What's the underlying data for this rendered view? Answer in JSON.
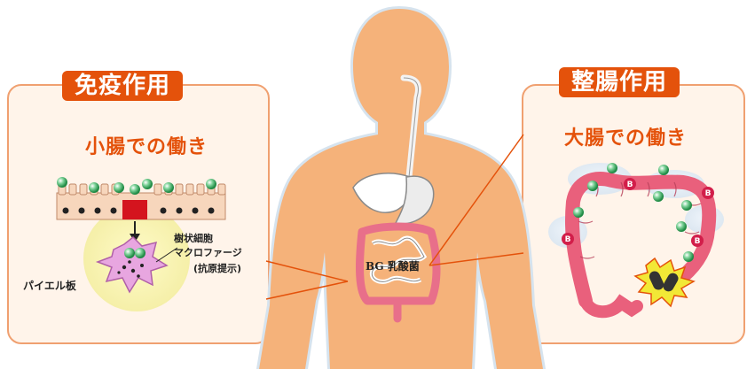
{
  "left_panel": {
    "title": "免疫作用",
    "subtitle": "小腸での働き",
    "dendritic_label": "樹状細胞",
    "macrophage_label": "マクロファージ",
    "antigen_label": "(抗原提示)",
    "peyer_label": "パイエル板"
  },
  "right_panel": {
    "title": "整腸作用",
    "subtitle": "大腸での働き",
    "good_bacteria_letter": "B"
  },
  "center": {
    "bacteria_label": "BG 乳酸菌"
  },
  "colors": {
    "accent": "#e4520b",
    "body": "#f5b27a",
    "panel_bg": "#fff4ea",
    "bead": "#3aa860"
  }
}
